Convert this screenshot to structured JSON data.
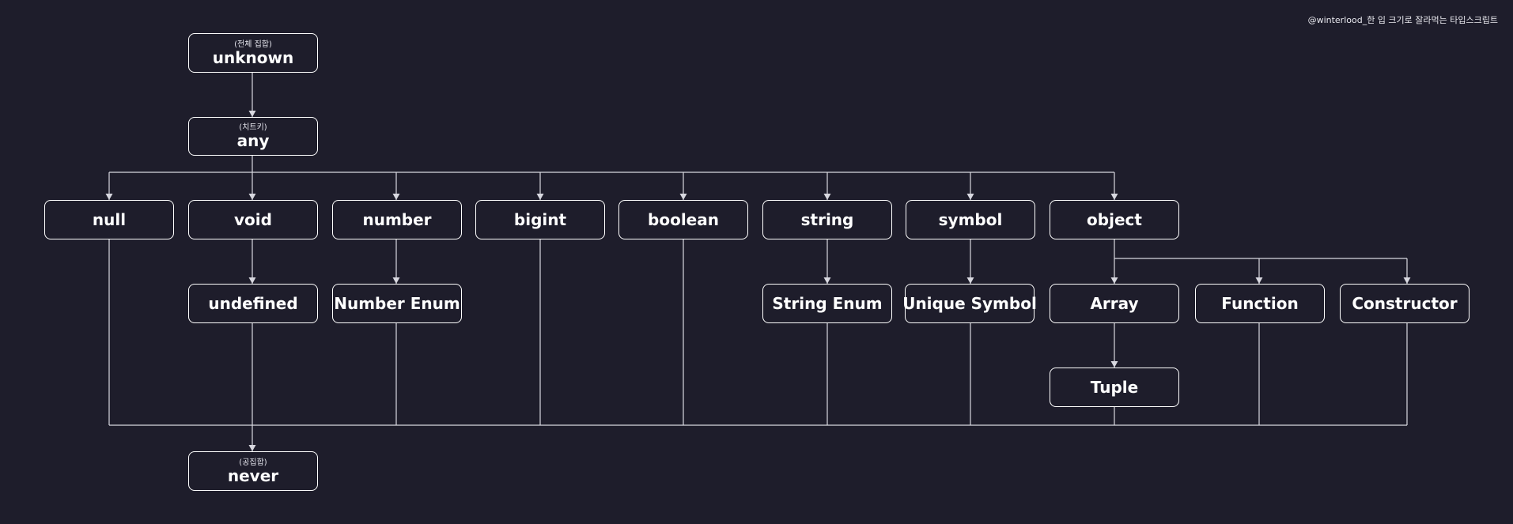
{
  "credit": "@winterlood_한 입 크기로 잘라먹는 타입스크립트",
  "nodes": {
    "unknown": {
      "label": "unknown",
      "sub": "(전체 집합)"
    },
    "any": {
      "label": "any",
      "sub": "(치트키)"
    },
    "null": {
      "label": "null"
    },
    "void": {
      "label": "void"
    },
    "number": {
      "label": "number"
    },
    "bigint": {
      "label": "bigint"
    },
    "boolean": {
      "label": "boolean"
    },
    "string": {
      "label": "string"
    },
    "symbol": {
      "label": "symbol"
    },
    "object": {
      "label": "object"
    },
    "undefined": {
      "label": "undefined"
    },
    "number_enum": {
      "label": "Number Enum"
    },
    "string_enum": {
      "label": "String Enum"
    },
    "unique_symbol": {
      "label": "Unique Symbol"
    },
    "array": {
      "label": "Array"
    },
    "function": {
      "label": "Function"
    },
    "constructor": {
      "label": "Constructor"
    },
    "tuple": {
      "label": "Tuple"
    },
    "never": {
      "label": "never",
      "sub": "(공집합)"
    }
  }
}
